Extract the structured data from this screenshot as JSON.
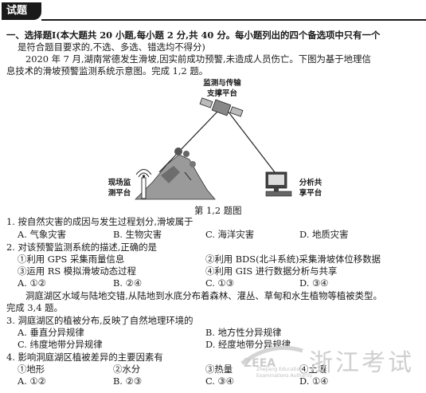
{
  "header": {
    "tab": "试题"
  },
  "section": {
    "line1": "一、选择题Ⅰ(本大题共 20 小题,每小题 2 分,共 40 分。每小题列出的四个备选项中只有一个",
    "line2": "是符合题目要求的,不选、多选、错选均不得分)"
  },
  "passage1": {
    "line1": "2020 年 7 月,湖南常德发生滑坡,因实前成功预警,未造成人员伤亡。下图为基于地理信",
    "line2": "息技术的滑坡预警监测系统示意图。完成 1,2 题。"
  },
  "diagram": {
    "satellite_label_1": "监测与传输",
    "satellite_label_2": "支撑平台",
    "field_label_1": "现场监",
    "field_label_2": "测平台",
    "share_label_1": "分析共",
    "share_label_2": "享平台",
    "caption": "第 1,2 题图"
  },
  "q1": {
    "stem": "1. 按自然灾害的成因与发生过程划分,滑坡属于",
    "options": [
      "A. 气象灾害",
      "B. 生物灾害",
      "C. 海洋灾害",
      "D. 地质灾害"
    ]
  },
  "q2": {
    "stem": "2. 对该预警监测系统的描述,正确的是",
    "items": [
      "①利用 GPS 采集雨量信息",
      "②利用 BDS(北斗系统)采集滑坡体位移数据",
      "③运用 RS 模拟滑坡动态过程",
      "④利用 GIS 进行数据分析与共享"
    ],
    "options": [
      "A. ①②",
      "B. ②④",
      "C. ①③",
      "D. ③④"
    ]
  },
  "passage2": {
    "line1": "洞庭湖区水域与陆地交错,从陆地到水底分布着森林、灌丛、草甸和水生植物等植被类型。",
    "line2": "完成 3,4 题。"
  },
  "q3": {
    "stem": "3. 洞庭湖区的植被分布,反映了自然地理环境的",
    "options": [
      "A. 垂直分异规律",
      "B. 地方性分异规律",
      "C. 纬度地带分异规律",
      "D. 经度地带分异规律"
    ]
  },
  "q4": {
    "stem": "4. 影响洞庭湖区植被差异的主要因素有",
    "items": [
      "①地形",
      "②水分",
      "③热量",
      "④土壤"
    ],
    "options": [
      "A. ①②",
      "B. ②③",
      "C. ③④",
      "D. ①④"
    ]
  },
  "watermark": {
    "text": "浙江考试",
    "badge": "ZEEA",
    "sub1": "Zhejiang Education",
    "sub2": "Examinations Authority"
  }
}
